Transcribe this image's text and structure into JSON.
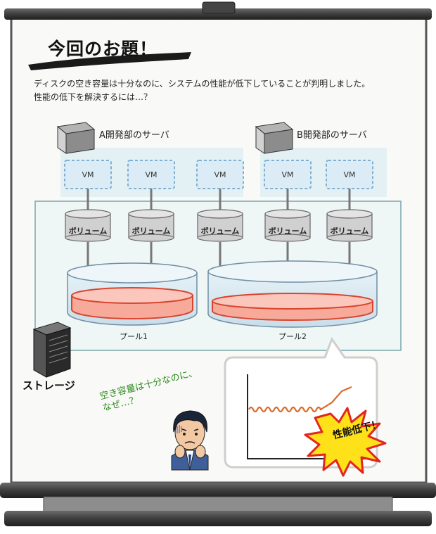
{
  "title": "今回のお題！",
  "question": {
    "line1": "ディスクの空き容量は十分なのに、システムの性能が低下していることが判明しました。",
    "line2": "性能の低下を解決するには…？"
  },
  "servers": [
    {
      "label": "A開発部のサーバ",
      "vms": [
        "VM",
        "VM",
        "VM"
      ]
    },
    {
      "label": "B開発部のサーバ",
      "vms": [
        "VM",
        "VM"
      ]
    }
  ],
  "volumes": [
    "ボリューム",
    "ボリューム",
    "ボリューム",
    "ボリューム",
    "ボリューム"
  ],
  "pools": [
    "プール1",
    "プール2"
  ],
  "storage_label": "ストレージ",
  "speech": "空き容量は十分なのに、\nなぜ…？",
  "burst_label": "性能低下！",
  "colors": {
    "vm_fill": "#dcecf6",
    "vm_border": "#7fb0d4",
    "server_zone": "#e3f1f4",
    "storage_zone": "#eef6f6",
    "disk_fill": "#f7a99a",
    "disk_border": "#d8452e",
    "burst_fill": "#ffe11a",
    "burst_border": "#e2261f",
    "speech_text": "#2e8b1f",
    "chart_line": "#d96a2b"
  },
  "icons": [
    "server-icon",
    "storage-rack-icon",
    "worried-person-icon",
    "explosion-burst-icon"
  ]
}
